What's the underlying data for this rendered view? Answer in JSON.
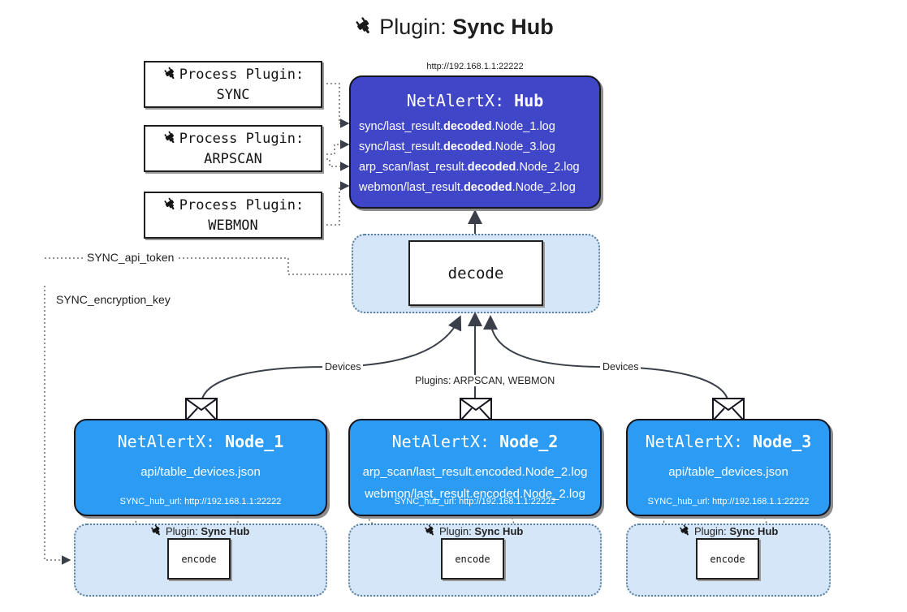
{
  "title": {
    "icon": "plug-icon",
    "prefix": "Plugin: ",
    "name": "Sync Hub"
  },
  "colors": {
    "hub": "#4046c8",
    "node": "#2b9bf4",
    "container": "#d4e6f8",
    "box_border": "#1f1f1f",
    "text_dark": "#1a1a1a"
  },
  "process_plugins": [
    {
      "icon": "plug-icon",
      "line1": "Process Plugin:",
      "line2": "SYNC"
    },
    {
      "icon": "plug-icon",
      "line1": "Process Plugin:",
      "line2": "ARPSCAN"
    },
    {
      "icon": "plug-icon",
      "line1": "Process Plugin:",
      "line2": "WEBMON"
    }
  ],
  "hub": {
    "url": "http://192.168.1.1:22222",
    "title_prefix": "NetAlertX: ",
    "title_name": "Hub",
    "logs": [
      {
        "pre": "sync/last_result.",
        "mid": "decoded",
        "post": ".Node_1.log"
      },
      {
        "pre": "sync/last_result.",
        "mid": "decoded",
        "post": ".Node_3.log"
      },
      {
        "pre": "arp_scan/last_result.",
        "mid": "decoded",
        "post": ".Node_2.log"
      },
      {
        "pre": "webmon/last_result.",
        "mid": "decoded",
        "post": ".Node_2.log"
      }
    ]
  },
  "decode": {
    "label": "decode"
  },
  "secrets": [
    {
      "label": "SYNC_api_token"
    },
    {
      "label": "SYNC_encryption_key"
    }
  ],
  "edge_labels": {
    "devices_left": "Devices",
    "devices_right": "Devices",
    "plugins_center": "Plugins: ARPSCAN, WEBMON"
  },
  "nodes": [
    {
      "title_prefix": "NetAlertX: ",
      "title_name": "Node_1",
      "lines": [
        "api/table_devices.json"
      ],
      "hub_url_label": "SYNC_hub_url: http://192.168.1.1:22222"
    },
    {
      "title_prefix": "NetAlertX: ",
      "title_name": "Node_2",
      "lines": [
        "arp_scan/last_result.encoded.Node_2.log",
        "webmon/last_result.encoded.Node_2.log"
      ],
      "hub_url_label": "SYNC_hub_url: http://192.168.1.1:22222"
    },
    {
      "title_prefix": "NetAlertX: ",
      "title_name": "Node_3",
      "lines": [
        "api/table_devices.json"
      ],
      "hub_url_label": "SYNC_hub_url: http://192.168.1.1:22222"
    }
  ],
  "encoders": [
    {
      "plugin_prefix": "Plugin: ",
      "plugin_name": "Sync Hub",
      "label": "encode"
    },
    {
      "plugin_prefix": "Plugin: ",
      "plugin_name": "Sync Hub",
      "label": "encode"
    },
    {
      "plugin_prefix": "Plugin: ",
      "plugin_name": "Sync Hub",
      "label": "encode"
    }
  ]
}
